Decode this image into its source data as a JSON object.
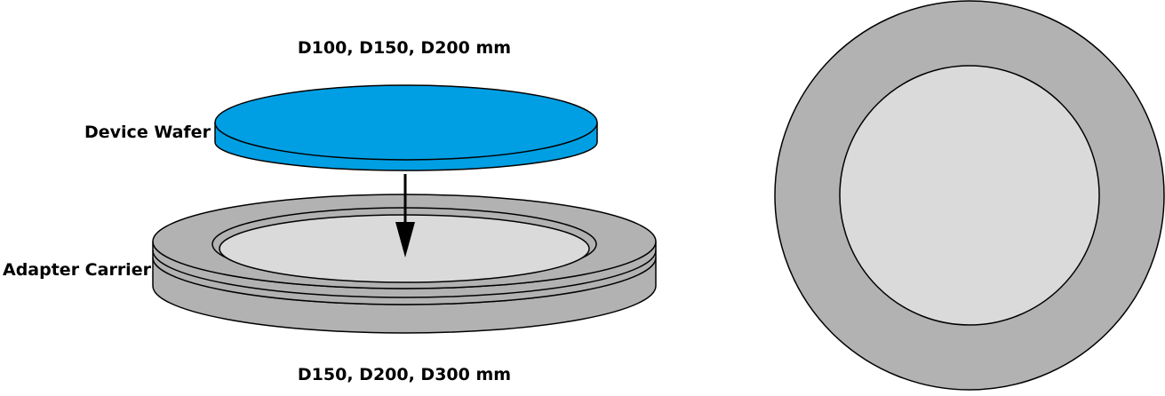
{
  "labels": {
    "wafer_sizes": "D100, D150, D200 mm",
    "device_wafer": "Device Wafer",
    "adapter_carrier": "Adapter Carrier",
    "carrier_sizes": "D150, D200, D300 mm"
  },
  "colors": {
    "wafer": "#009fe3",
    "carrier": "#b2b2b2",
    "pocket": "#dadada",
    "outline": "#000000"
  }
}
